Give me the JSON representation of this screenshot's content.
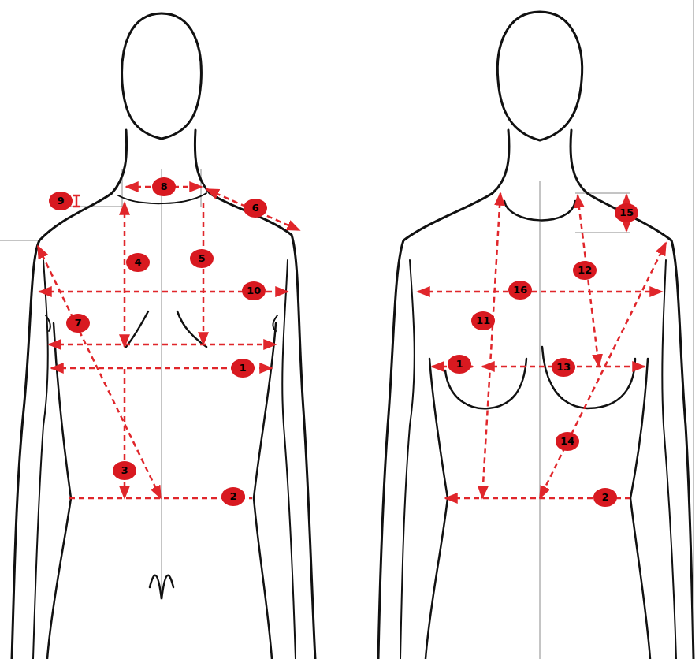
{
  "diagram": {
    "labels": [
      "8",
      "9",
      "6",
      "4",
      "5",
      "10",
      "7",
      "1",
      "3",
      "2",
      "15",
      "12",
      "11",
      "16",
      "1",
      "13",
      "14",
      "2"
    ]
  }
}
